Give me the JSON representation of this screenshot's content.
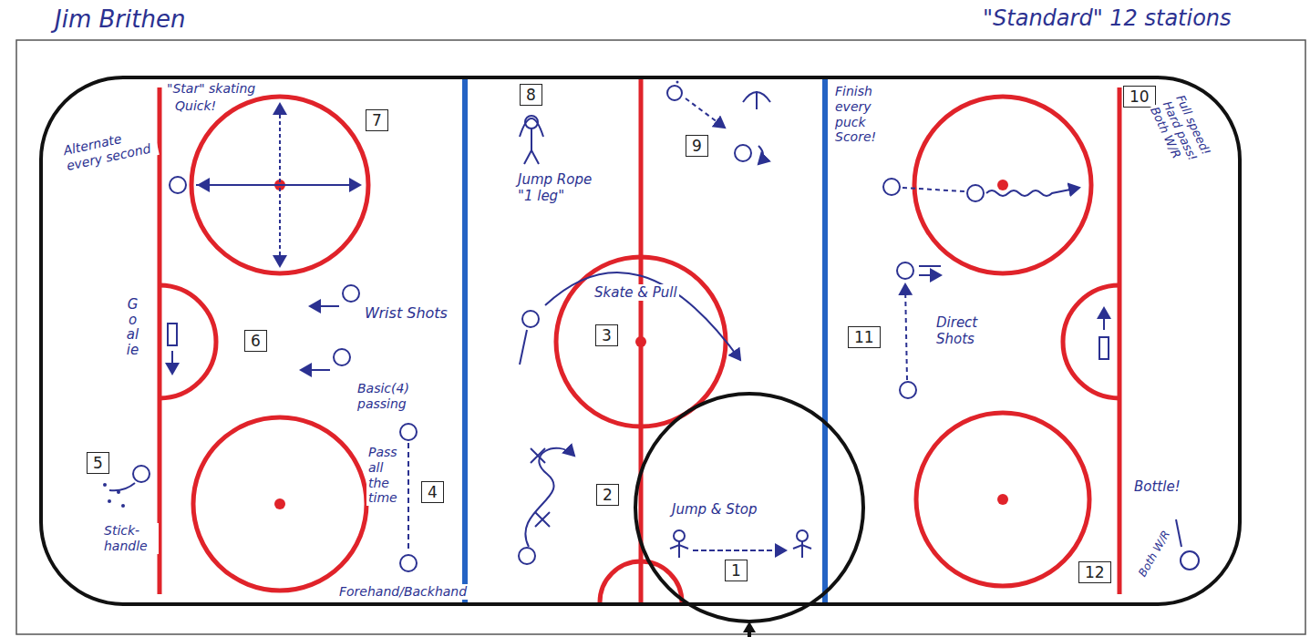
{
  "diagram": {
    "title": "\"Standard\" 12 stations",
    "nodes": [
      {
        "text": [
          "7"
        ]
      },
      {
        "text": [
          "8"
        ]
      },
      {
        "text": [
          "9"
        ]
      },
      {
        "text": [
          "10"
        ]
      },
      {
        "text": [
          "3"
        ]
      },
      {
        "text": [
          "6"
        ]
      },
      {
        "text": [
          "11"
        ]
      },
      {
        "text": [
          "4"
        ]
      },
      {
        "text": [
          "5"
        ]
      },
      {
        "text": [
          "2"
        ]
      },
      {
        "text": [
          "1"
        ]
      },
      {
        "text": [
          "12"
        ]
      }
    ],
    "labels": [
      "Jim Brithen",
      "\"Star\" skating",
      "Quick!",
      "Alternate every second",
      "Jump Rope \"1 leg\"",
      "Finish every puck Score!",
      "Full speed! Hard pass! Both W/R",
      "Wrist Shots",
      "Goalie",
      "Skate & Pull",
      "Direct Shots",
      "Basic(4) passing",
      "Pass all the time",
      "Stick-handle",
      "Forehand/Backhand",
      "Jump & Stop",
      "Bottle!",
      "Both W/R"
    ]
  }
}
